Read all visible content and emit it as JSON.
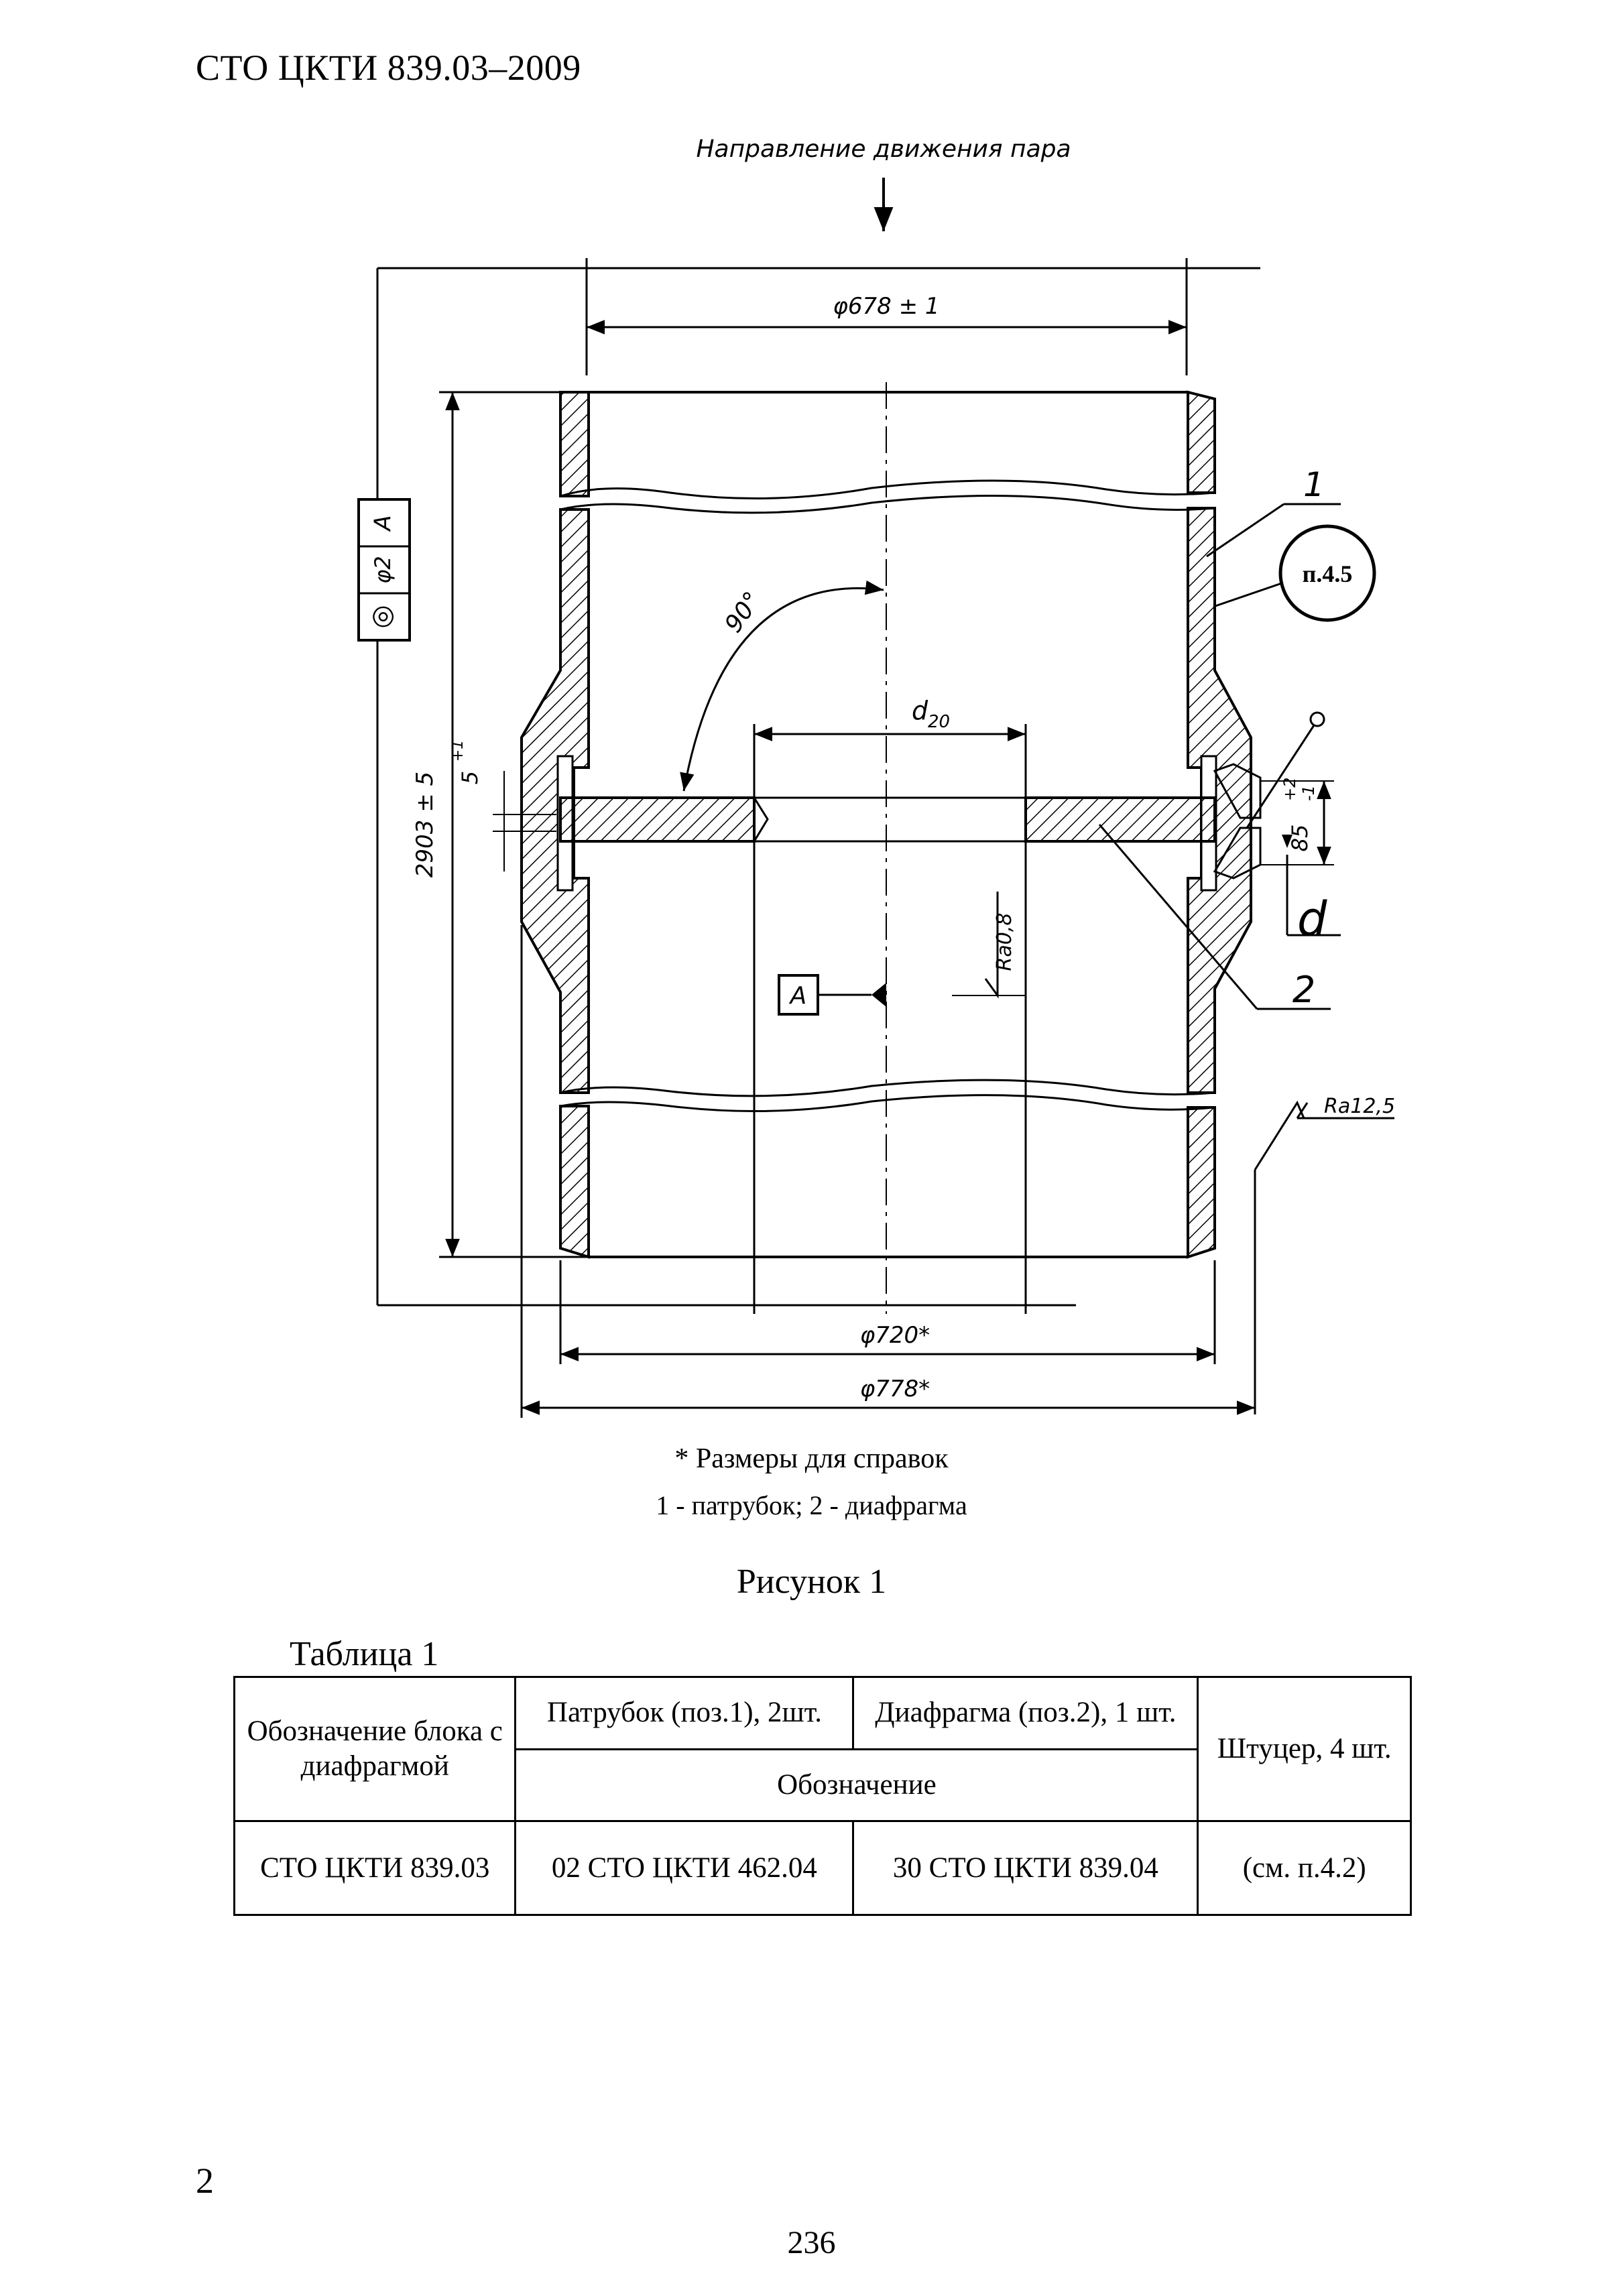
{
  "header": {
    "doc_code": "СТО ЦКТИ 839.03–2009"
  },
  "figure": {
    "flow_label": "Направление движения пара",
    "dim_inner_diameter": "φ678 ± 1",
    "dim_d20": "d",
    "dim_d20_sub": "20",
    "dim_height": "2903 ± 5",
    "dim_gap": "5",
    "dim_gap_tol": "+1",
    "dim_angle": "90°",
    "roughness_inner": "Ra0,8",
    "roughness_outer": "Ra12,5",
    "dim_85": "85",
    "dim_85_tol_upper": "+2",
    "dim_85_tol_lower": "-1",
    "dim_d": "d",
    "datum_label": "A",
    "tolerance_frame": [
      "◎",
      "φ2",
      "A"
    ],
    "callout_1": "1",
    "callout_2": "2",
    "callout_ref": "п.4.5",
    "dim_outer_720": "φ720*",
    "dim_outer_778": "φ778*",
    "note_reference": "* Размеры для справок",
    "note_positions": "1 - патрубок; 2 - диафрагма",
    "title": "Рисунок 1"
  },
  "table": {
    "title": "Таблица 1",
    "headers": {
      "block": "Обозначение блока с диафрагмой",
      "pipe": "Патрубок (поз.1), 2шт.",
      "diaphragm": "Диафрагма (поз.2), 1 шт.",
      "fitting": "Штуцер, 4 шт.",
      "designation": "Обозначение"
    },
    "row": {
      "block": "СТО ЦКТИ 839.03",
      "pipe": "02 СТО ЦКТИ 462.04",
      "diaphragm": "30 СТО ЦКТИ 839.04",
      "fitting": "(см. п.4.2)"
    }
  },
  "page": {
    "number_left": "2",
    "number_bottom": "236"
  }
}
